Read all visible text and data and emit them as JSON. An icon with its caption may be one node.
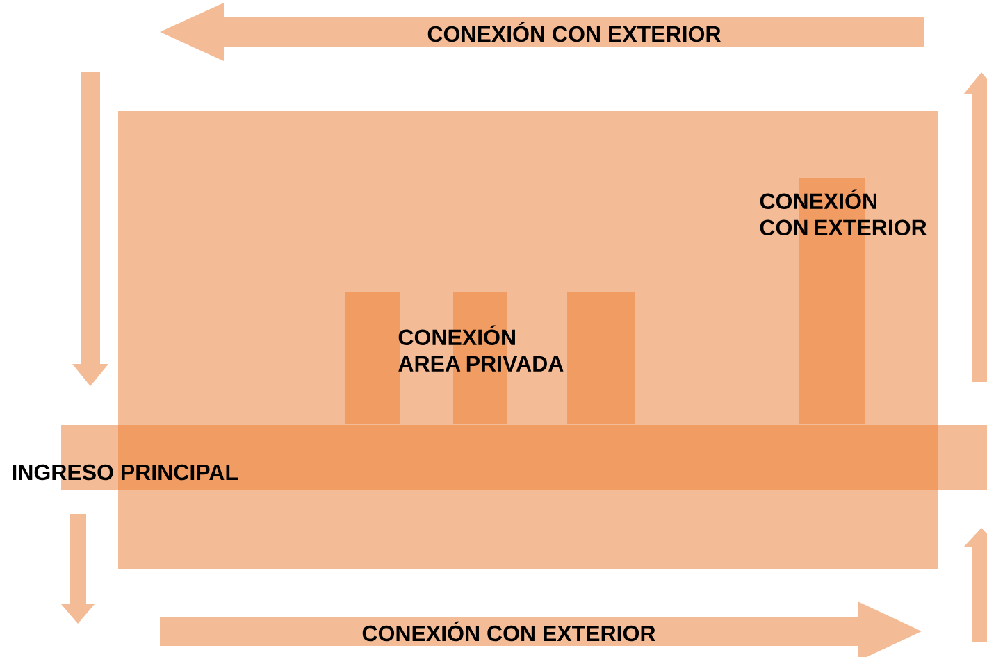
{
  "diagram": {
    "nodes": [
      {
        "text": [
          "CONEXIÓN  CON EXTERIOR"
        ]
      },
      {
        "text": [],
        "shape": "box"
      },
      {
        "text": [],
        "shape": "bar",
        "in": 1
      },
      {
        "text": [],
        "shape": "bar",
        "in": 1
      },
      {
        "text": [],
        "shape": "bar",
        "in": 1
      },
      {
        "text": [],
        "shape": "bar",
        "in": 1
      },
      {
        "text": [
          "INGRESO PRINCIPAL"
        ]
      },
      {
        "text": [
          "CONEXIÓN  CON EXTERIOR"
        ]
      }
    ],
    "labels": [
      "CONEXIÓN CON EXTERIOR",
      "CONEXIÓN AREA PRIVADA"
    ]
  }
}
